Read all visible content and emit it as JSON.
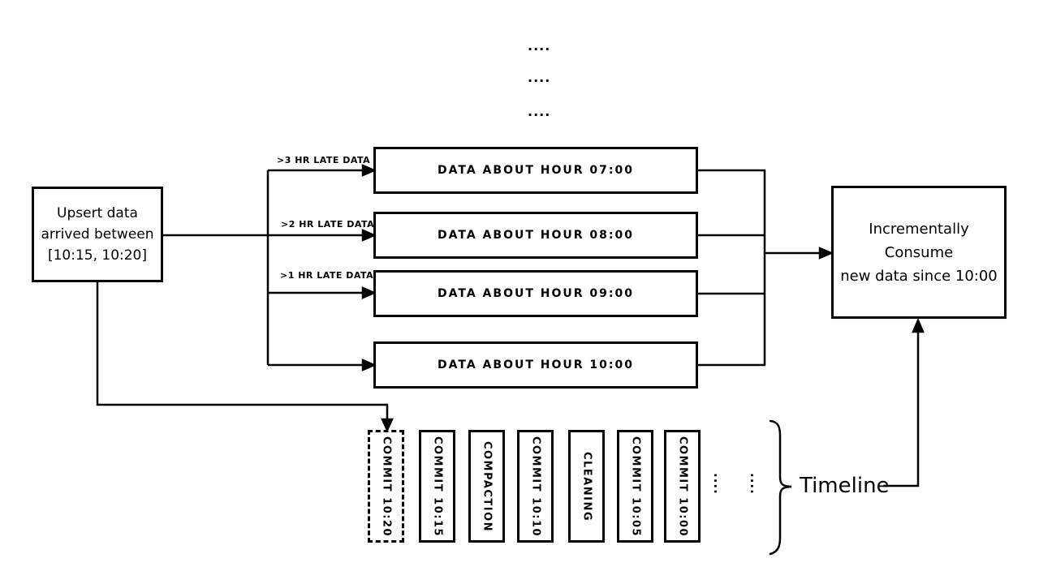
{
  "diagram": {
    "colors": {
      "ink": "#000000",
      "background": "#ffffff"
    },
    "top_ellipsis": {
      "rows": [
        "....",
        "....",
        "...."
      ]
    },
    "upsert_box": {
      "lines": [
        "Upsert data",
        "arrived between",
        "[10:15, 10:20]"
      ]
    },
    "late_data_labels": [
      ">3 HR LATE DATA",
      ">2 HR LATE DATA",
      ">1 HR LATE DATA"
    ],
    "hour_boxes": [
      "DATA ABOUT HOUR 07:00",
      "DATA ABOUT HOUR 08:00",
      "DATA ABOUT HOUR 09:00",
      "DATA ABOUT HOUR 10:00"
    ],
    "consume_box": {
      "lines": [
        "Incrementally Consume",
        "new data since 10:00"
      ]
    },
    "timeline": {
      "commits": [
        {
          "label": "COMMIT 10:20",
          "style": "pending"
        },
        {
          "label": "COMMIT 10:15",
          "style": "solid"
        },
        {
          "label": "COMPACTION",
          "style": "solid"
        },
        {
          "label": "COMMIT 10:10",
          "style": "solid"
        },
        {
          "label": "CLEANING",
          "style": "solid"
        },
        {
          "label": "COMMIT 10:05",
          "style": "solid"
        },
        {
          "label": "COMMIT 10:00",
          "style": "solid"
        }
      ],
      "ellipsis": [
        "....",
        "...."
      ],
      "label": "Timeline"
    }
  }
}
